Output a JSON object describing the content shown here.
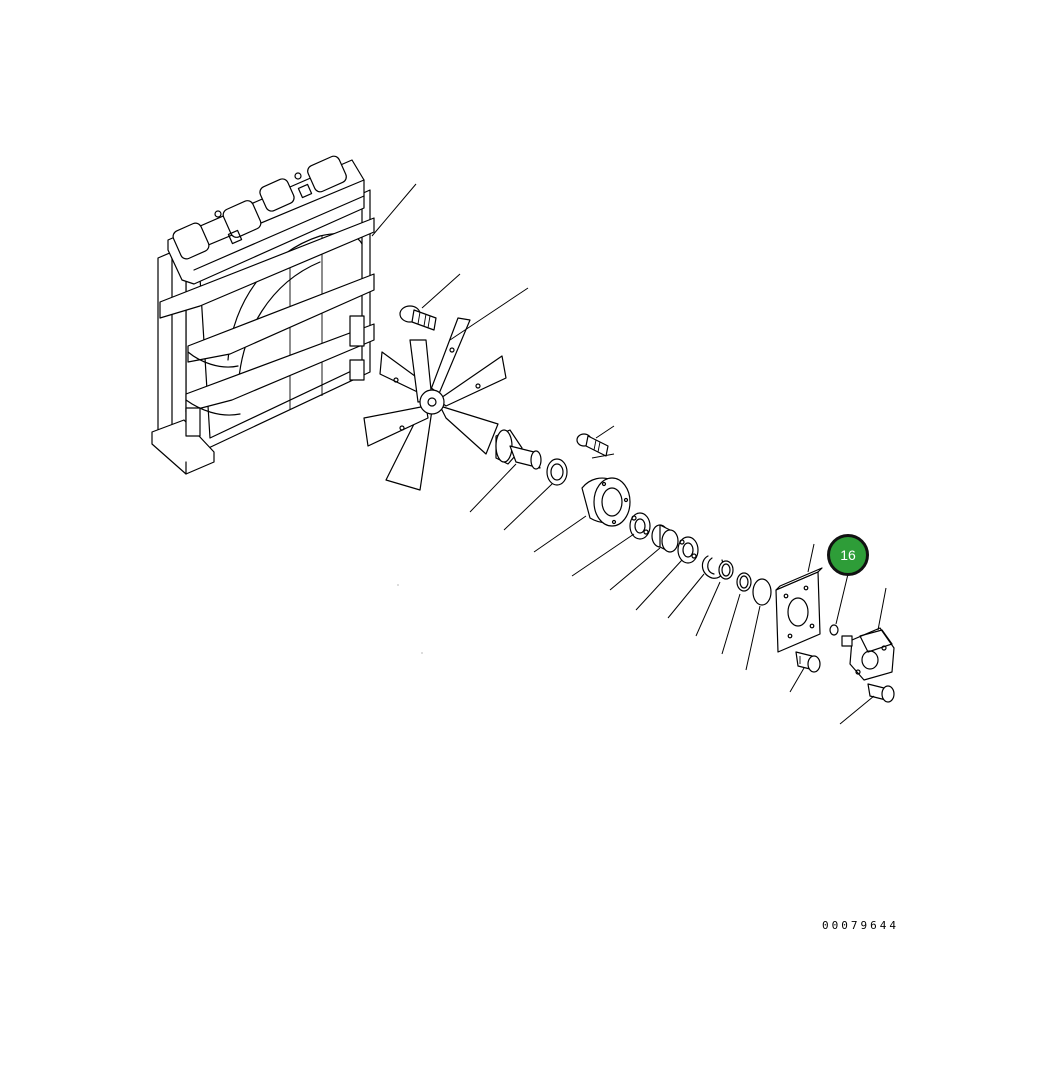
{
  "callout": {
    "label": "16",
    "color": "#2e9d38",
    "border_color": "#111111"
  },
  "drawing_number": "00079644",
  "parts": [
    "radiator-assembly",
    "fan-bolt",
    "fan",
    "fan-pulley-shaft",
    "seal",
    "fan-housing",
    "bearing-a",
    "spacer",
    "bearing-b",
    "snap-ring-a",
    "snap-ring-b",
    "snap-ring-c",
    "o-ring-large",
    "mounting-plate",
    "o-ring-small",
    "fan-motor",
    "flange-bolt-a",
    "flange-bolt-b",
    "housing-bolt"
  ]
}
